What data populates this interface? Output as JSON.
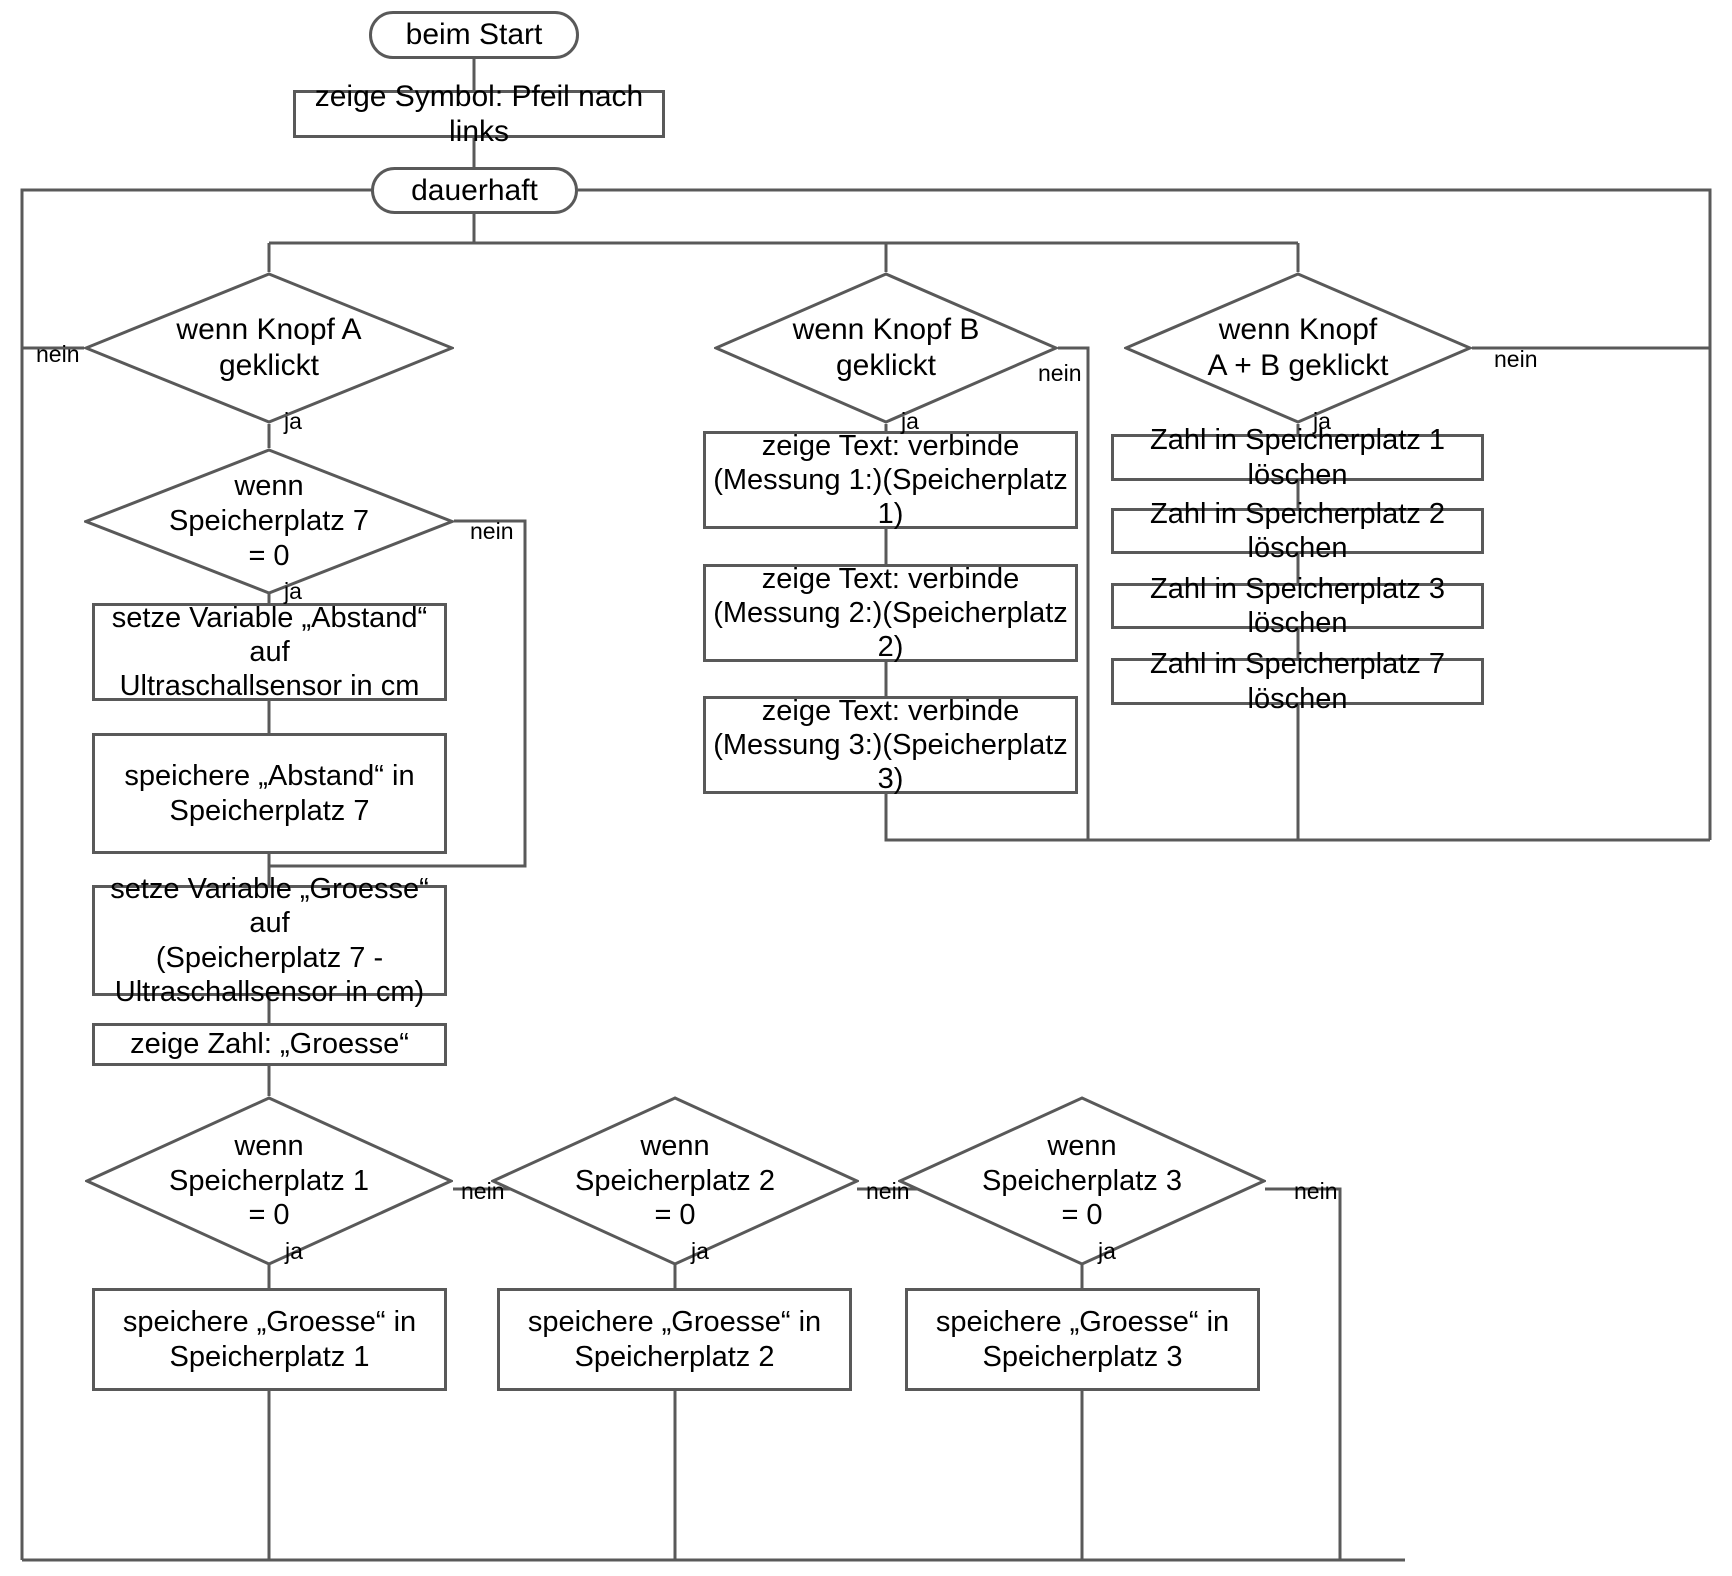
{
  "diagram": {
    "title": "Flussdiagramm Ultraschallsensor Messung",
    "language": "de",
    "line_color": "#595959",
    "fill_color": "#ffffff",
    "text_color": "#000000"
  },
  "nodes": {
    "start": {
      "label": "beim Start",
      "shape": "stadium"
    },
    "show_symbol": {
      "label": "zeige Symbol: Pfeil nach links",
      "shape": "rect"
    },
    "forever": {
      "label": "dauerhaft",
      "shape": "stadium"
    },
    "if_button_a": {
      "label": "wenn Knopf A\ngeklickt",
      "shape": "diamond"
    },
    "if_button_b": {
      "label": "wenn Knopf B\ngeklickt",
      "shape": "diamond"
    },
    "if_button_ab": {
      "label": "wenn Knopf\nA + B geklickt",
      "shape": "diamond"
    },
    "if_slot7_zero": {
      "label": "wenn\nSpeicherplatz 7\n= 0",
      "shape": "diamond"
    },
    "set_abstand": {
      "label": "setze Variable „Abstand“ auf\nUltraschallsensor in cm",
      "shape": "rect"
    },
    "store_abstand": {
      "label": "speichere „Abstand“ in\nSpeicherplatz 7",
      "shape": "rect"
    },
    "set_groesse": {
      "label": "setze Variable „Groesse“ auf\n(Speicherplatz 7 -\nUltraschallsensor in cm)",
      "shape": "rect"
    },
    "show_groesse": {
      "label": "zeige Zahl: „Groesse“",
      "shape": "rect"
    },
    "show_text_1": {
      "label": "zeige Text: verbinde\n(Messung 1:)(Speicherplatz 1)",
      "shape": "rect"
    },
    "show_text_2": {
      "label": "zeige Text: verbinde\n(Messung 2:)(Speicherplatz 2)",
      "shape": "rect"
    },
    "show_text_3": {
      "label": "zeige Text: verbinde\n(Messung 3:)(Speicherplatz 3)",
      "shape": "rect"
    },
    "clear_1": {
      "label": "Zahl in Speicherplatz 1\nlöschen",
      "shape": "rect"
    },
    "clear_2": {
      "label": "Zahl in Speicherplatz 2\nlöschen",
      "shape": "rect"
    },
    "clear_3": {
      "label": "Zahl in Speicherplatz 3\nlöschen",
      "shape": "rect"
    },
    "clear_7": {
      "label": "Zahl in Speicherplatz 7\nlöschen",
      "shape": "rect"
    },
    "if_slot1_zero": {
      "label": "wenn\nSpeicherplatz 1\n= 0",
      "shape": "diamond"
    },
    "if_slot2_zero": {
      "label": "wenn\nSpeicherplatz 2\n= 0",
      "shape": "diamond"
    },
    "if_slot3_zero": {
      "label": "wenn\nSpeicherplatz 3\n= 0",
      "shape": "diamond"
    },
    "store_groesse_1": {
      "label": "speichere „Groesse“ in\nSpeicherplatz 1",
      "shape": "rect"
    },
    "store_groesse_2": {
      "label": "speichere „Groesse“ in\nSpeicherplatz 2",
      "shape": "rect"
    },
    "store_groesse_3": {
      "label": "speichere „Groesse“ in\nSpeicherplatz 3",
      "shape": "rect"
    }
  },
  "edge_labels": {
    "a_nein": "nein",
    "a_ja": "ja",
    "b_nein": "nein",
    "b_ja": "ja",
    "ab_nein": "nein",
    "ab_ja": "ja",
    "slot7_nein": "nein",
    "slot7_ja": "ja",
    "slot1_nein": "nein",
    "slot1_ja": "ja",
    "slot2_nein": "nein",
    "slot2_ja": "ja",
    "slot3_nein": "nein",
    "slot3_ja": "ja"
  }
}
